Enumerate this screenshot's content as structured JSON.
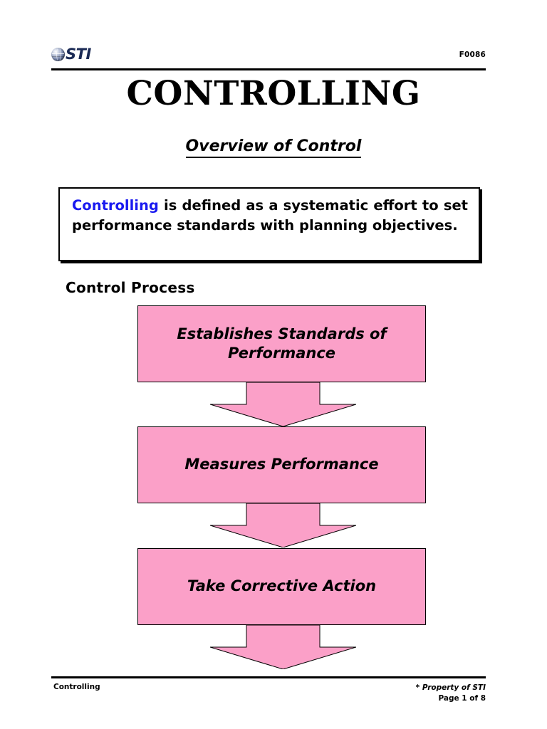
{
  "header": {
    "logo_text": "STI",
    "logo_icon": "globe-icon",
    "code": "F0086"
  },
  "title": "CONTROLLING",
  "subtitle": "Overview of Control",
  "definition": {
    "keyword": "Controlling",
    "rest": " is defined as a systematic effort to set performance standards with planning objectives."
  },
  "section_heading": "Control Process",
  "flow": {
    "box_color": "#FBA0C8",
    "steps": [
      {
        "label": "Establishes Standards of Performance"
      },
      {
        "label": "Measures Performance"
      },
      {
        "label": "Take Corrective Action"
      }
    ]
  },
  "footer": {
    "left": "Controlling",
    "property": "* Property of STI",
    "page": "Page 1 of 8"
  }
}
